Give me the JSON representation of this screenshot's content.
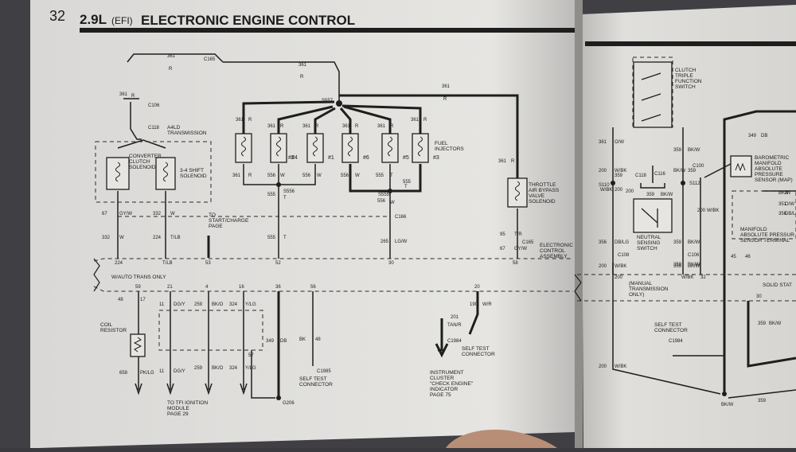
{
  "header": {
    "page_number": "32",
    "title_pre": "2.9L",
    "title_paren": "(EFI)",
    "title_main": "ELECTRONIC ENGINE CONTROL"
  },
  "labels": {
    "converter": [
      "CONVERTER",
      "CLUTCH",
      "SOLENOID"
    ],
    "shift34": [
      "3-4 SHIFT",
      "SOLENOID"
    ],
    "a4ld": [
      "A4LD",
      "TRANSMISSION"
    ],
    "start_charge": [
      "TO",
      "START/CHARGE",
      "PAGE"
    ],
    "fuel_injectors": [
      "FUEL",
      "INJECTORS"
    ],
    "throttle": [
      "THROTTLE",
      "AIR BYPASS",
      "VALVE",
      "SOLENOID"
    ],
    "eca": [
      "ELECTRONIC",
      "CONTROL",
      "ASSEMBLY"
    ],
    "auto_only": "W/AUTO TRANS ONLY",
    "coil_resistor": [
      "COIL",
      "RESISTOR"
    ],
    "tfi": [
      "TO TFI IGNITION",
      "MODULE",
      "PAGE 29"
    ],
    "stc1": [
      "SELF TEST",
      "CONNECTOR"
    ],
    "stc2": [
      "SELF TEST",
      "CONNECTOR"
    ],
    "instrument": [
      "INSTRUMENT",
      "CLUSTER",
      "\"CHECK ENGINE\"",
      "INDICATOR",
      "PAGE 75"
    ],
    "clutch_switch": [
      "CLUTCH",
      "TRIPLE",
      "FUNCTION",
      "SWITCH"
    ],
    "neutral": [
      "NEUTRAL",
      "SENSING",
      "SWITCH"
    ],
    "baro": [
      "BAROMETRIC",
      "MANIFOLD",
      "ABSOLUTE",
      "PRESSURE",
      "SENSOR (MAP)"
    ],
    "manifold_term": [
      "MANIFOLD",
      "ABSOLUTE PRESSUR",
      "SENSOR TERMINAL"
    ],
    "manual_trans": [
      "(MANUAL",
      "TRANSMISSION",
      "ONLY)"
    ],
    "solid_state": "SOLID STAT",
    "stc3": [
      "SELF TEST",
      "CONNECTOR"
    ]
  },
  "injectors": [
    "#2",
    "#4",
    "#1",
    "#6",
    "#5",
    "#3"
  ],
  "connectors": {
    "c165": "C165",
    "s557": "S557",
    "c106": "C106",
    "c118": "C118",
    "s556": "S556",
    "s555": "S555",
    "c166": "C166",
    "c165b": "C165",
    "c1985": "C1985",
    "c1984": "C1984",
    "g206": "G206",
    "c100": "C100",
    "s110": "S110",
    "c116": "C116",
    "c118b": "C118",
    "s112": "S112",
    "c108": "C108",
    "c106b": "C106",
    "c1984b": "C1984"
  },
  "wire_labels": [
    "361",
    "R",
    "361",
    "R",
    "361",
    "R",
    "361",
    "R",
    "361",
    "R",
    "361",
    "R",
    "361",
    "R",
    "361",
    "R",
    "361",
    "R",
    "361",
    "R",
    "361",
    "R",
    "361",
    "R",
    "556",
    "W",
    "556",
    "W",
    "556",
    "W",
    "555",
    "T",
    "555",
    "T",
    "555",
    "T",
    "556",
    "W",
    "555",
    "T",
    "265",
    "LG/W",
    "95",
    "T/R",
    "67",
    "GY/W",
    "67",
    "GY/W",
    "332",
    "W",
    "332",
    "W",
    "224",
    "T/LB",
    "224",
    "T/LB",
    "53",
    "52",
    "30",
    "58",
    "59",
    "21",
    "4",
    "16",
    "36",
    "56",
    "20",
    "48",
    "17",
    "11",
    "DG/Y",
    "259",
    "BK/O",
    "324",
    "Y/LG",
    "349",
    "DB",
    "57",
    "BK",
    "48",
    "190",
    "W/R",
    "201",
    "TAN/R",
    "658",
    "PK/LG",
    "11",
    "DG/Y",
    "259",
    "BK/O",
    "324",
    "Y/LG",
    "349",
    "DB",
    "361",
    "O/W",
    "359",
    "BK/W",
    "200",
    "W/BK",
    "359",
    "BK/W",
    "359",
    "200",
    "W/BK",
    "200",
    "359",
    "BK/W",
    "200",
    "W/BK",
    "356",
    "DB/LG",
    "359",
    "BK/W",
    "200",
    "W/BK",
    "359",
    "BK/W",
    "200",
    "W/BK",
    "359",
    "BK/W",
    "200",
    "W/BK",
    "32",
    "30",
    "45",
    "46",
    "359",
    "BK/W",
    "359",
    "BK/W",
    "BK/W",
    "B",
    "351",
    "O/W",
    "356",
    "DB/LG",
    "356",
    "DB/LG"
  ]
}
